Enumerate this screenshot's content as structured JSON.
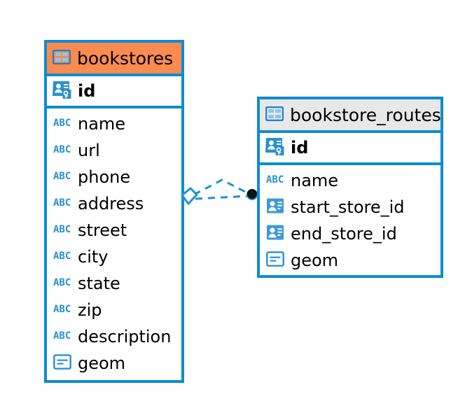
{
  "diagram": {
    "kind": "entity-relationship-diagram",
    "background_color": "#ffffff",
    "accent_blue": "#0e8cd0",
    "accent_orange": "#fb8b4e",
    "header_gray": "#e8e8e8",
    "entities": [
      {
        "name": "bookstores",
        "header_color": "#fb8b4e",
        "header_icon": "table-icon",
        "primary_key": {
          "label": "id",
          "icon": "primary-key-icon"
        },
        "fields": [
          {
            "label": "name",
            "icon": "abc-text-icon"
          },
          {
            "label": "url",
            "icon": "abc-text-icon"
          },
          {
            "label": "phone",
            "icon": "abc-text-icon"
          },
          {
            "label": "address",
            "icon": "abc-text-icon"
          },
          {
            "label": "street",
            "icon": "abc-text-icon"
          },
          {
            "label": "city",
            "icon": "abc-text-icon"
          },
          {
            "label": "state",
            "icon": "abc-text-icon"
          },
          {
            "label": "zip",
            "icon": "abc-text-icon"
          },
          {
            "label": "description",
            "icon": "abc-text-icon"
          },
          {
            "label": "geom",
            "icon": "geometry-icon"
          }
        ]
      },
      {
        "name": "bookstore_routes",
        "header_color": "#e8e8e8",
        "header_icon": "table-icon",
        "primary_key": {
          "label": "id",
          "icon": "primary-key-icon"
        },
        "fields": [
          {
            "label": "name",
            "icon": "abc-text-icon"
          },
          {
            "label": "start_store_id",
            "icon": "foreign-key-icon"
          },
          {
            "label": "end_store_id",
            "icon": "foreign-key-icon"
          },
          {
            "label": "geom",
            "icon": "geometry-icon"
          }
        ]
      }
    ],
    "relationship": {
      "name": "bookstores-to-bookstore-routes",
      "line_style": "dashed",
      "line_color": "#0e8cd0",
      "source_endpoint_icon": "diamond-endpoint-icon",
      "target_endpoint_icon": "filled-circle-endpoint-icon"
    }
  }
}
